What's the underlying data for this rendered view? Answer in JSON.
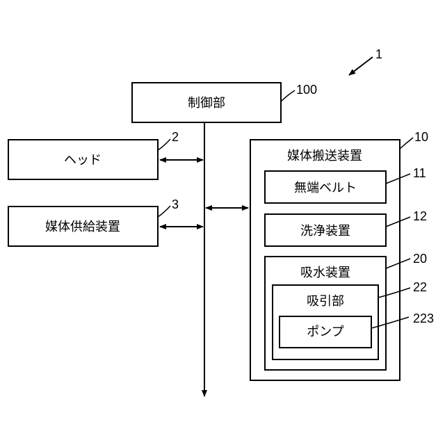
{
  "figure": {
    "ref_system": "1",
    "control": {
      "label": "制御部",
      "ref": "100"
    },
    "head": {
      "label": "ヘッド",
      "ref": "2"
    },
    "media_supply": {
      "label": "媒体供給装置",
      "ref": "3"
    },
    "media_transport": {
      "label": "媒体搬送装置",
      "ref": "10",
      "endless_belt": {
        "label": "無端ベルト",
        "ref": "11"
      },
      "cleaning": {
        "label": "洗浄装置",
        "ref": "12"
      },
      "water_absorption": {
        "label": "吸水装置",
        "ref": "20",
        "suction": {
          "label": "吸引部",
          "ref": "22",
          "pump": {
            "label": "ポンプ",
            "ref": "223"
          }
        }
      }
    }
  }
}
